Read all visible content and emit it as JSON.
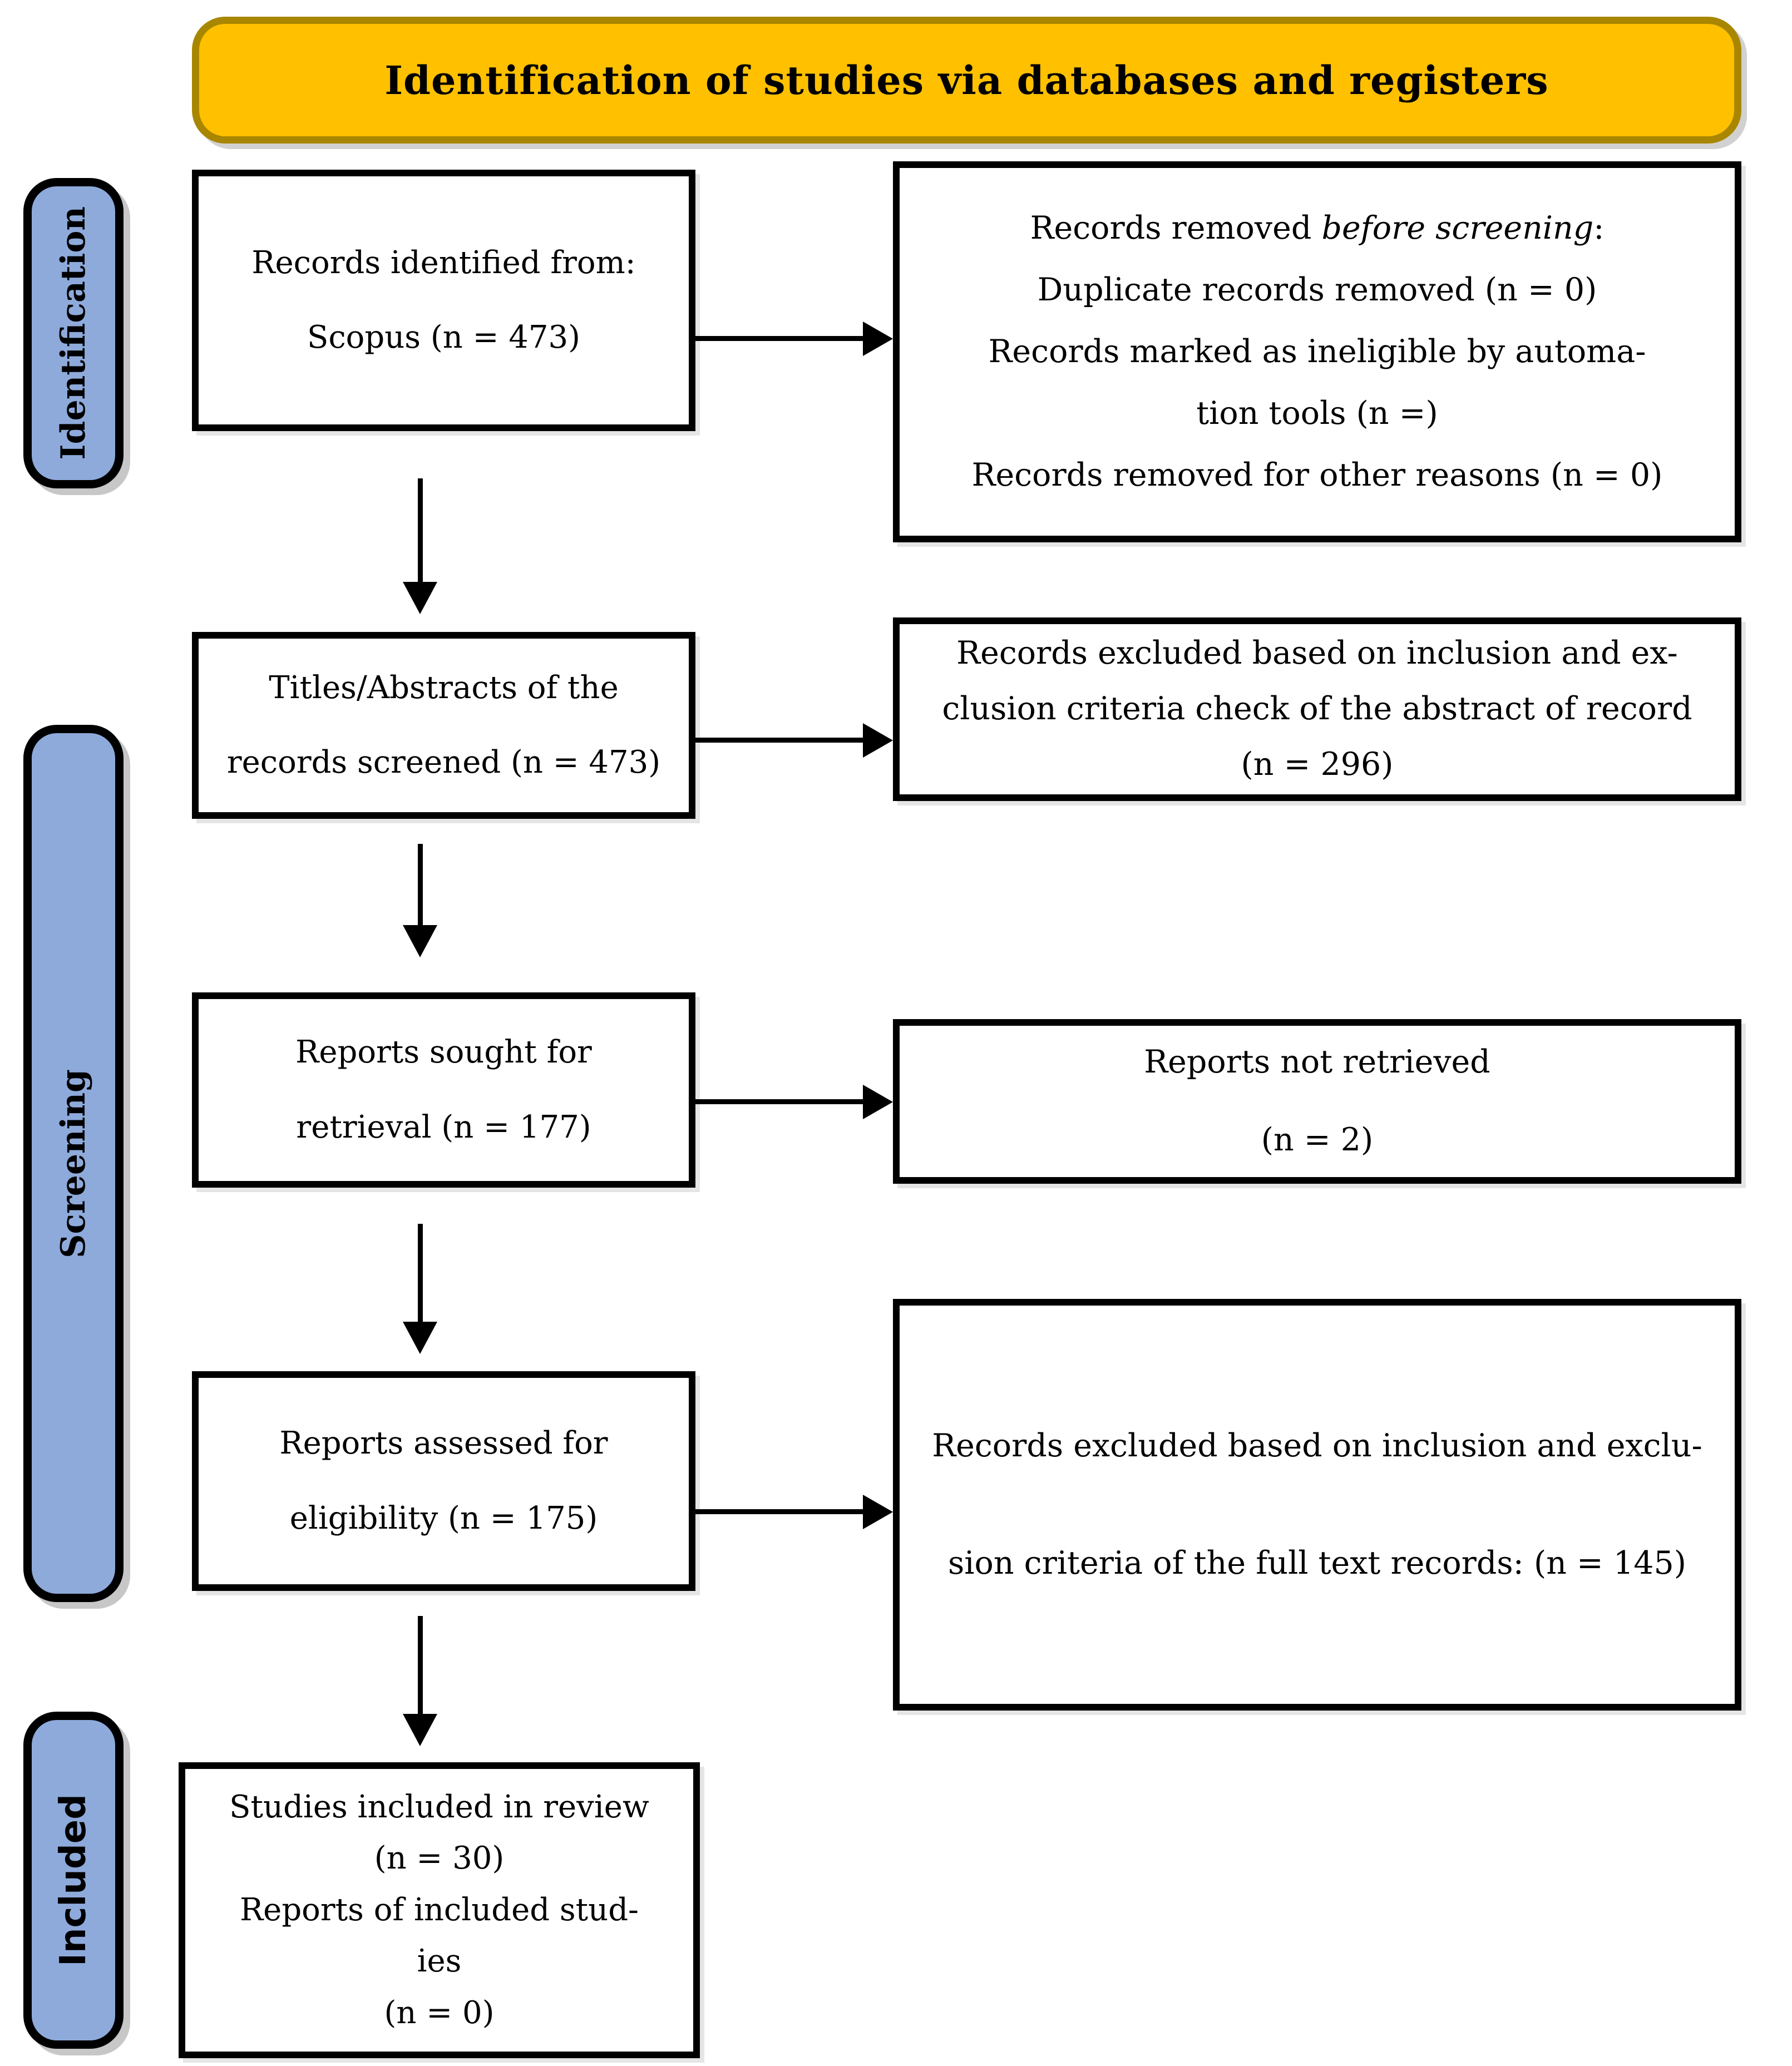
{
  "banner": {
    "label": "Identification of studies via databases and registers"
  },
  "sidebar": {
    "items": [
      {
        "label": "Identification"
      },
      {
        "label": "Screening"
      },
      {
        "label": "Included"
      }
    ]
  },
  "flow": {
    "records_identified": {
      "lines": [
        "Records identified from:",
        "Scopus (n = 473)"
      ]
    },
    "records_removed": {
      "line1_prefix": "Records removed ",
      "line1_italic": "before screening",
      "line1_suffix": ":",
      "lines": [
        "Duplicate records removed (n = 0)",
        "Records marked as ineligible by automa-",
        "tion tools (n =)",
        "Records removed for other reasons (n = 0)"
      ]
    },
    "titles_abstracts": {
      "lines": [
        "Titles/Abstracts of the",
        "records screened (n = 473)"
      ]
    },
    "excluded_abstract": {
      "lines": [
        "Records excluded based on inclusion and ex-",
        "clusion criteria check of the abstract of record",
        "(n = 296)"
      ]
    },
    "reports_sought": {
      "lines": [
        "Reports sought for",
        "retrieval (n = 177)"
      ]
    },
    "reports_not_retrieved": {
      "lines": [
        "Reports not retrieved",
        "(n = 2)"
      ]
    },
    "reports_assessed": {
      "lines": [
        "Reports assessed for",
        "eligibility (n = 175)"
      ]
    },
    "excluded_fulltext": {
      "lines": [
        "Records excluded based on inclusion and exclu-",
        "sion criteria of the full text records: (n = 145)"
      ]
    },
    "studies_included": {
      "lines": [
        "Studies included in review",
        "(n = 30)",
        "Reports of included stud-",
        "ies",
        "(n = 0)"
      ]
    }
  },
  "colors": {
    "banner_fill": "#FFC000",
    "banner_border": "#A98600",
    "sidebar_fill": "#8EAADB",
    "sidebar_border": "#000000",
    "box_fill": "#FFFFFF",
    "box_border": "#000000",
    "arrow": "#000000",
    "text": "#000000"
  }
}
